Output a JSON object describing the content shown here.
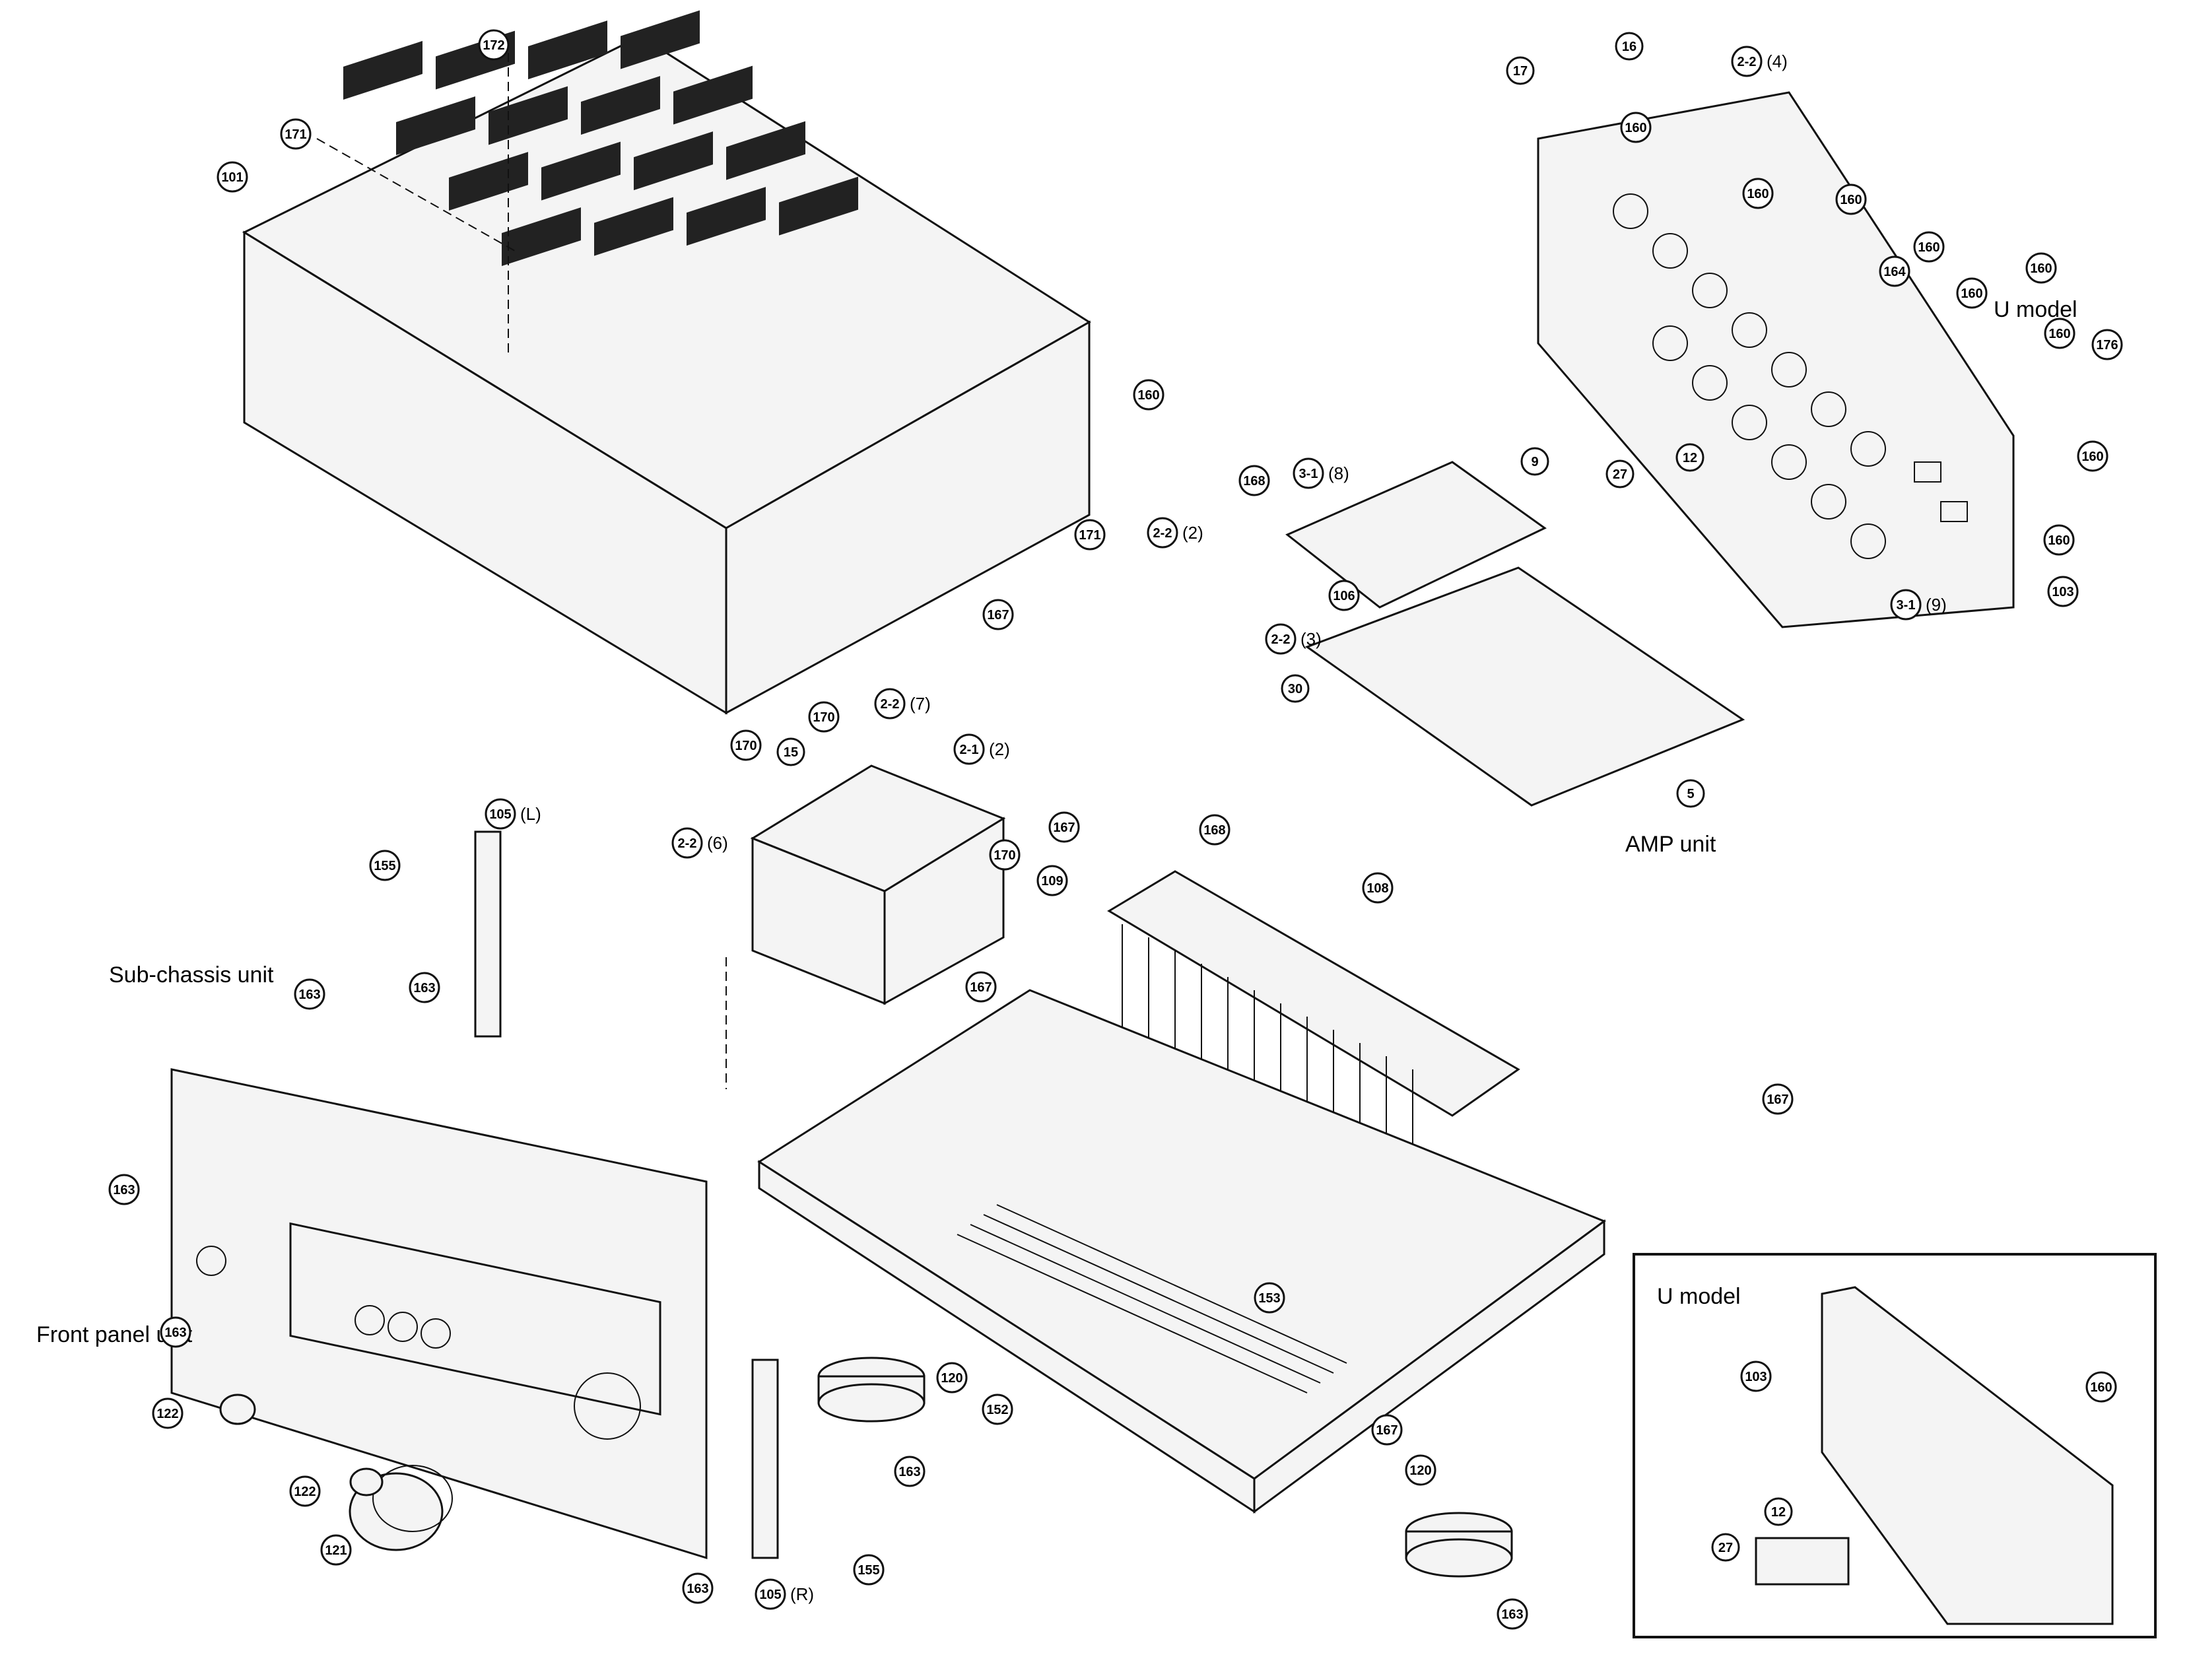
{
  "labels": {
    "u_model_top": "U model",
    "amp_unit": "AMP unit",
    "sub_chassis_unit": "Sub-chassis unit",
    "front_panel_unit": "Front panel unit",
    "u_model_inset": "U model"
  },
  "callouts": [
    {
      "id": "172"
    },
    {
      "id": "171"
    },
    {
      "id": "101"
    },
    {
      "id": "160"
    },
    {
      "id": "171"
    },
    {
      "id": "17"
    },
    {
      "id": "16"
    },
    {
      "id": "2-2",
      "suffix": "(4)"
    },
    {
      "id": "160"
    },
    {
      "id": "160"
    },
    {
      "id": "160"
    },
    {
      "id": "164"
    },
    {
      "id": "160"
    },
    {
      "id": "160"
    },
    {
      "id": "160"
    },
    {
      "id": "160"
    },
    {
      "id": "176"
    },
    {
      "id": "160"
    },
    {
      "id": "160"
    },
    {
      "id": "103"
    },
    {
      "id": "3-1",
      "suffix": "(9)"
    },
    {
      "id": "12"
    },
    {
      "id": "27"
    },
    {
      "id": "9"
    },
    {
      "id": "3-1",
      "suffix": "(8)"
    },
    {
      "id": "168"
    },
    {
      "id": "2-2",
      "suffix": "(2)"
    },
    {
      "id": "167"
    },
    {
      "id": "106"
    },
    {
      "id": "2-2",
      "suffix": "(3)"
    },
    {
      "id": "30"
    },
    {
      "id": "5"
    },
    {
      "id": "170"
    },
    {
      "id": "2-2",
      "suffix": "(7)"
    },
    {
      "id": "170"
    },
    {
      "id": "15"
    },
    {
      "id": "2-1",
      "suffix": "(2)"
    },
    {
      "id": "2-2",
      "suffix": "(6)"
    },
    {
      "id": "170"
    },
    {
      "id": "167"
    },
    {
      "id": "168"
    },
    {
      "id": "109"
    },
    {
      "id": "108"
    },
    {
      "id": "167"
    },
    {
      "id": "105",
      "suffix": "(L)"
    },
    {
      "id": "155"
    },
    {
      "id": "163"
    },
    {
      "id": "163"
    },
    {
      "id": "163"
    },
    {
      "id": "163"
    },
    {
      "id": "122"
    },
    {
      "id": "122"
    },
    {
      "id": "121"
    },
    {
      "id": "120"
    },
    {
      "id": "152"
    },
    {
      "id": "163"
    },
    {
      "id": "153"
    },
    {
      "id": "163"
    },
    {
      "id": "105",
      "suffix": "(R)"
    },
    {
      "id": "155"
    },
    {
      "id": "167"
    },
    {
      "id": "120"
    },
    {
      "id": "163"
    },
    {
      "id": "167"
    },
    {
      "id": "103"
    },
    {
      "id": "160"
    },
    {
      "id": "12"
    },
    {
      "id": "27"
    }
  ]
}
